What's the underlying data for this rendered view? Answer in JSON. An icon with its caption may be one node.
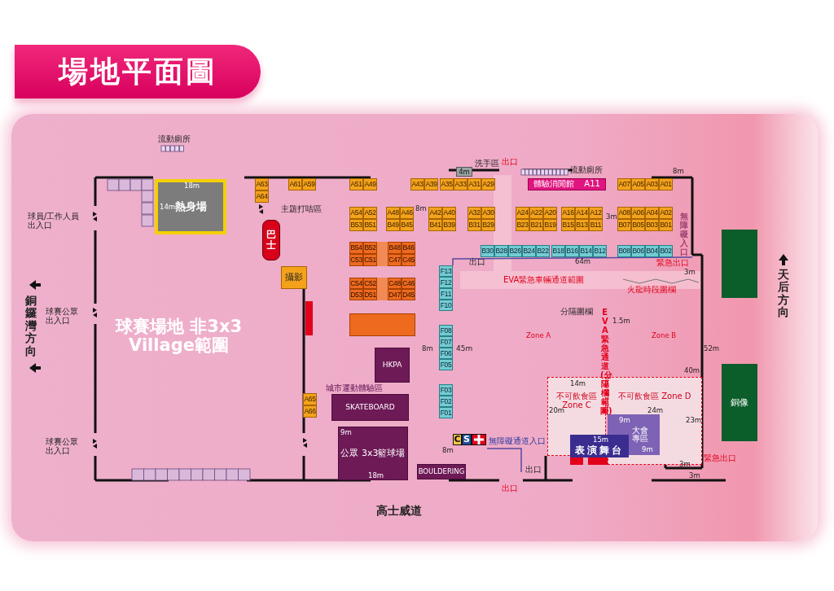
{
  "diagram": {
    "title": "場地平面圖",
    "nodes": [
      {
        "text": [
          "熱身場"
        ]
      },
      {
        "text": [
          "巴士"
        ]
      },
      {
        "text": [
          "攝影"
        ]
      },
      {
        "text": [],
        "shape": "box"
      },
      {
        "text": [
          "A63"
        ]
      },
      {
        "text": [
          "A64"
        ]
      },
      {
        "text": [
          "A61"
        ]
      },
      {
        "text": [
          "A59"
        ]
      },
      {
        "text": [
          "A51"
        ]
      },
      {
        "text": [
          "A49"
        ]
      },
      {
        "text": [
          "A43"
        ]
      },
      {
        "text": [
          "A39"
        ]
      },
      {
        "text": [
          "A35"
        ]
      },
      {
        "text": [
          "A33"
        ]
      },
      {
        "text": [
          "A31"
        ]
      },
      {
        "text": [
          "A29"
        ]
      },
      {
        "text": [
          "體驗消閒館",
          "A11"
        ]
      },
      {
        "text": [
          "A07"
        ]
      },
      {
        "text": [
          "A05"
        ]
      },
      {
        "text": [
          "A03"
        ]
      },
      {
        "text": [
          "A01"
        ]
      },
      {
        "text": [
          "A54"
        ]
      },
      {
        "text": [
          "A52"
        ]
      },
      {
        "text": [
          "B53"
        ]
      },
      {
        "text": [
          "B51"
        ]
      },
      {
        "text": [
          "A48"
        ]
      },
      {
        "text": [
          "A46"
        ]
      },
      {
        "text": [
          "B49"
        ]
      },
      {
        "text": [
          "B45"
        ]
      },
      {
        "text": [
          "A42"
        ]
      },
      {
        "text": [
          "A40"
        ]
      },
      {
        "text": [
          "B41"
        ]
      },
      {
        "text": [
          "B39"
        ]
      },
      {
        "text": [
          "A32"
        ]
      },
      {
        "text": [
          "A30"
        ]
      },
      {
        "text": [
          "B31"
        ]
      },
      {
        "text": [
          "B29"
        ]
      },
      {
        "text": [
          "A24"
        ]
      },
      {
        "text": [
          "A22"
        ]
      },
      {
        "text": [
          "A20"
        ]
      },
      {
        "text": [
          "B23"
        ]
      },
      {
        "text": [
          "B21"
        ]
      },
      {
        "text": [
          "B19"
        ]
      },
      {
        "text": [
          "A16"
        ]
      },
      {
        "text": [
          "A14"
        ]
      },
      {
        "text": [
          "A12"
        ]
      },
      {
        "text": [
          "B15"
        ]
      },
      {
        "text": [
          "B13"
        ]
      },
      {
        "text": [
          "B11"
        ]
      },
      {
        "text": [
          "A08"
        ]
      },
      {
        "text": [
          "A06"
        ]
      },
      {
        "text": [
          "A04"
        ]
      },
      {
        "text": [
          "A02"
        ]
      },
      {
        "text": [
          "B07"
        ]
      },
      {
        "text": [
          "B05"
        ]
      },
      {
        "text": [
          "B03"
        ]
      },
      {
        "text": [
          "B01"
        ]
      },
      {
        "text": [
          "B30"
        ]
      },
      {
        "text": [
          "B28"
        ]
      },
      {
        "text": [
          "B26"
        ]
      },
      {
        "text": [
          "B24"
        ]
      },
      {
        "text": [
          "B22"
        ]
      },
      {
        "text": [
          "B18"
        ]
      },
      {
        "text": [
          "B16"
        ]
      },
      {
        "text": [
          "B14"
        ]
      },
      {
        "text": [
          "B12"
        ]
      },
      {
        "text": [
          "B08"
        ]
      },
      {
        "text": [
          "B06"
        ]
      },
      {
        "text": [
          "B04"
        ]
      },
      {
        "text": [
          "B02"
        ]
      },
      {
        "text": [
          "B54"
        ]
      },
      {
        "text": [
          "B52"
        ]
      },
      {
        "text": [
          "B48"
        ]
      },
      {
        "text": [
          "B46"
        ]
      },
      {
        "text": [
          "C53"
        ]
      },
      {
        "text": [
          "C51"
        ]
      },
      {
        "text": [
          "C47"
        ]
      },
      {
        "text": [
          "C45"
        ]
      },
      {
        "text": [
          "C54"
        ]
      },
      {
        "text": [
          "C52"
        ]
      },
      {
        "text": [
          "C48"
        ]
      },
      {
        "text": [
          "C46"
        ]
      },
      {
        "text": [
          "D53"
        ]
      },
      {
        "text": [
          "D51"
        ]
      },
      {
        "text": [
          "D47"
        ]
      },
      {
        "text": [
          "D45"
        ]
      },
      {
        "text": [],
        "shape": "box"
      },
      {
        "text": [
          "F13"
        ]
      },
      {
        "text": [
          "F12"
        ]
      },
      {
        "text": [
          "F11"
        ]
      },
      {
        "text": [
          "F10"
        ]
      },
      {
        "text": [
          "F08"
        ]
      },
      {
        "text": [
          "F07"
        ]
      },
      {
        "text": [
          "F06"
        ]
      },
      {
        "text": [
          "F05"
        ]
      },
      {
        "text": [
          "F03"
        ]
      },
      {
        "text": [
          "F02"
        ]
      },
      {
        "text": [
          "F01"
        ]
      },
      {
        "text": [
          "A65"
        ]
      },
      {
        "text": [
          "A66"
        ]
      },
      {
        "text": [
          "HKPA"
        ]
      },
      {
        "text": [
          "SKATEBOARD"
        ]
      },
      {
        "text": [
          "公眾 3x3籃球場"
        ]
      },
      {
        "text": [
          "BOULDERING"
        ]
      },
      {
        "text": [
          "C"
        ]
      },
      {
        "text": [
          "S"
        ]
      },
      {
        "text": [],
        "shape": "box"
      },
      {
        "text": [
          "不可飲食區 Zone C"
        ]
      },
      {
        "text": [
          "不可飲食區 Zone D"
        ]
      },
      {
        "text": [
          "表演舞台"
        ]
      },
      {
        "text": [
          "大會專區"
        ],
        "in": 108
      },
      {
        "text": [
          "銅像"
        ]
      },
      {
        "text": [],
        "shape": "box"
      },
      {
        "text": [
          "4m"
        ]
      }
    ],
    "labels": [
      "流動廁所",
      "洗手區",
      "出口",
      "流動廁所",
      "8m",
      "18m",
      "14m",
      "主題打咭區",
      "8m",
      "球員/工作人員出入口",
      "3m",
      "無障礙入口",
      "出口",
      "64m",
      "緊急出口",
      "3m",
      "天后方向",
      "EVA緊急車輛通道範圍",
      "火龍時段圍欄",
      "銅鑼灣方向",
      "球賽公眾出入口",
      "分隔圍欄",
      "EVA緊急通道(分隔欄範圍)",
      "球賽場地 非3x3 Village範圍",
      "1.5m",
      "Zone A",
      "Zone B",
      "8m",
      "45m",
      "52m",
      "40m",
      "城市運動體驗區",
      "14m",
      "20m",
      "24m",
      "9m",
      "23m",
      "9m",
      "球賽公眾出入口",
      "無障礙通道入口",
      "15m",
      "8m",
      "9m",
      "緊急出口",
      "3m",
      "出口",
      "18m",
      "3m",
      "出口",
      "高士威道"
    ]
  }
}
